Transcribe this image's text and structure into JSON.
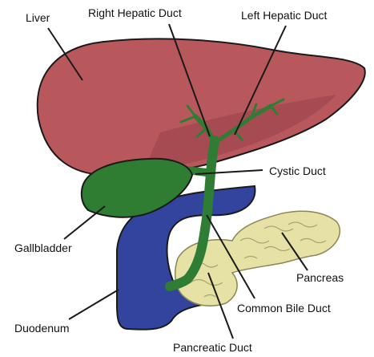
{
  "labels": {
    "liver": "Liver",
    "right_hepatic_duct": "Right Hepatic Duct",
    "left_hepatic_duct": "Left Hepatic Duct",
    "cystic_duct": "Cystic Duct",
    "gallbladder": "Gallbladder",
    "pancreas": "Pancreas",
    "duodenum": "Duodenum",
    "common_bile_duct": "Common Bile Duct",
    "pancreatic_duct": "Pancreatic Duct"
  },
  "colors": {
    "liver": "#b9585c",
    "liver_shade": "#a44a51",
    "bile_ducts": "#2f7d35",
    "gallbladder": "#2e7d32",
    "duodenum": "#32449e",
    "pancreas": "#e6e2a6",
    "outline": "#1a1a1a"
  }
}
